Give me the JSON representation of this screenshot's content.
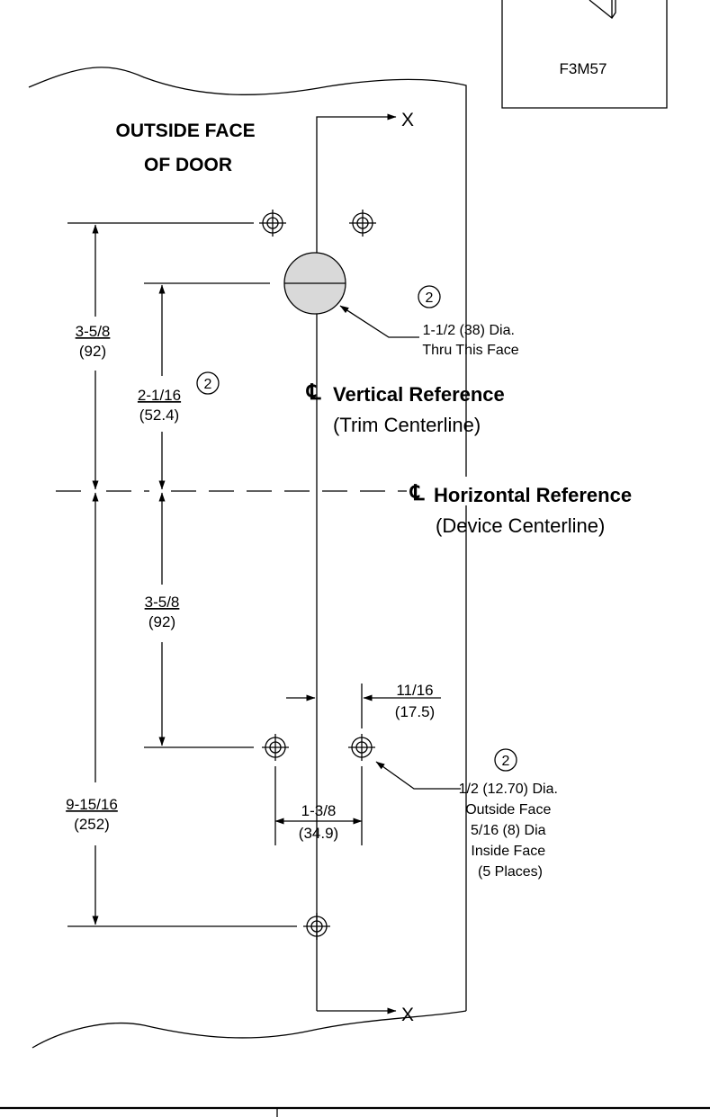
{
  "figure_id": "F3M57",
  "door_face_title": [
    "OUTSIDE FACE",
    "OF DOOR"
  ],
  "axis_label_top": "X",
  "axis_label_bottom": "X",
  "vertical_reference": {
    "symbol": "℄",
    "title": "Vertical Reference",
    "subtitle": "(Trim Centerline)"
  },
  "horizontal_reference": {
    "symbol": "℄",
    "title": "Horizontal Reference",
    "subtitle": "(Device Centerline)"
  },
  "callout_number": "2",
  "large_hole_note": [
    "1-1/2 (38) Dia.",
    "Thru This Face"
  ],
  "small_hole_note": [
    "1/2 (12.70) Dia.",
    "Outside Face",
    "5/16 (8) Dia",
    "Inside Face",
    "(5 Places)"
  ],
  "dimensions": {
    "top_hole_to_center": {
      "imperial": "3-5/8",
      "metric": "(92)"
    },
    "large_hole_to_center": {
      "imperial": "2-1/16",
      "metric": "(52.4)"
    },
    "center_to_lower_holes": {
      "imperial": "3-5/8",
      "metric": "(92)"
    },
    "center_to_bottom_hole": {
      "imperial": "9-15/16",
      "metric": "(252)"
    },
    "lower_hole_spacing": {
      "imperial": "1-3/8",
      "metric": "(34.9)"
    },
    "hole_offset_from_centerline": {
      "imperial": "11/16",
      "metric": "(17.5)"
    }
  }
}
